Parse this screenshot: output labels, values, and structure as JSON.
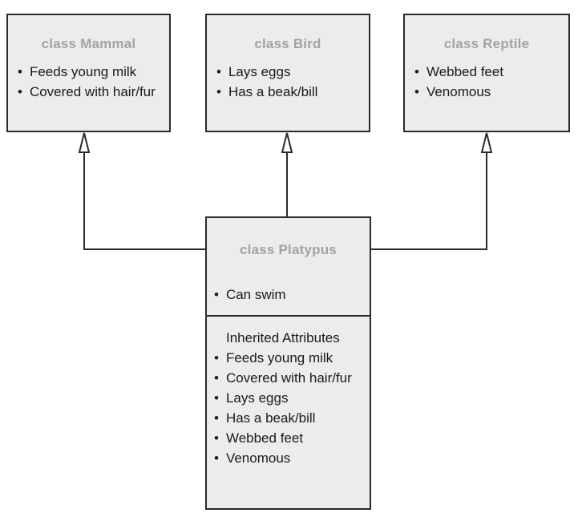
{
  "classes": {
    "mammal": {
      "title": "class Mammal",
      "attributes": [
        "Feeds young milk",
        "Covered with hair/fur"
      ]
    },
    "bird": {
      "title": "class Bird",
      "attributes": [
        "Lays eggs",
        "Has a beak/bill"
      ]
    },
    "reptile": {
      "title": "class Reptile",
      "attributes": [
        "Webbed feet",
        "Venomous"
      ]
    },
    "platypus": {
      "title": "class Platypus",
      "attributes": [
        "Can swim"
      ],
      "inherited_heading": "Inherited Attributes",
      "inherited": [
        "Feeds young milk",
        "Covered with hair/fur",
        "Lays eggs",
        "Has a beak/bill",
        "Webbed feet",
        "Venomous"
      ]
    }
  },
  "relationships": [
    {
      "from": "platypus",
      "to": "mammal",
      "type": "inheritance"
    },
    {
      "from": "platypus",
      "to": "bird",
      "type": "inheritance"
    },
    {
      "from": "platypus",
      "to": "reptile",
      "type": "inheritance"
    }
  ],
  "colors": {
    "box_fill": "#ececec",
    "border": "#2a2a2a",
    "title_text": "#a3a3a3",
    "body_text": "#1a1a1a"
  }
}
